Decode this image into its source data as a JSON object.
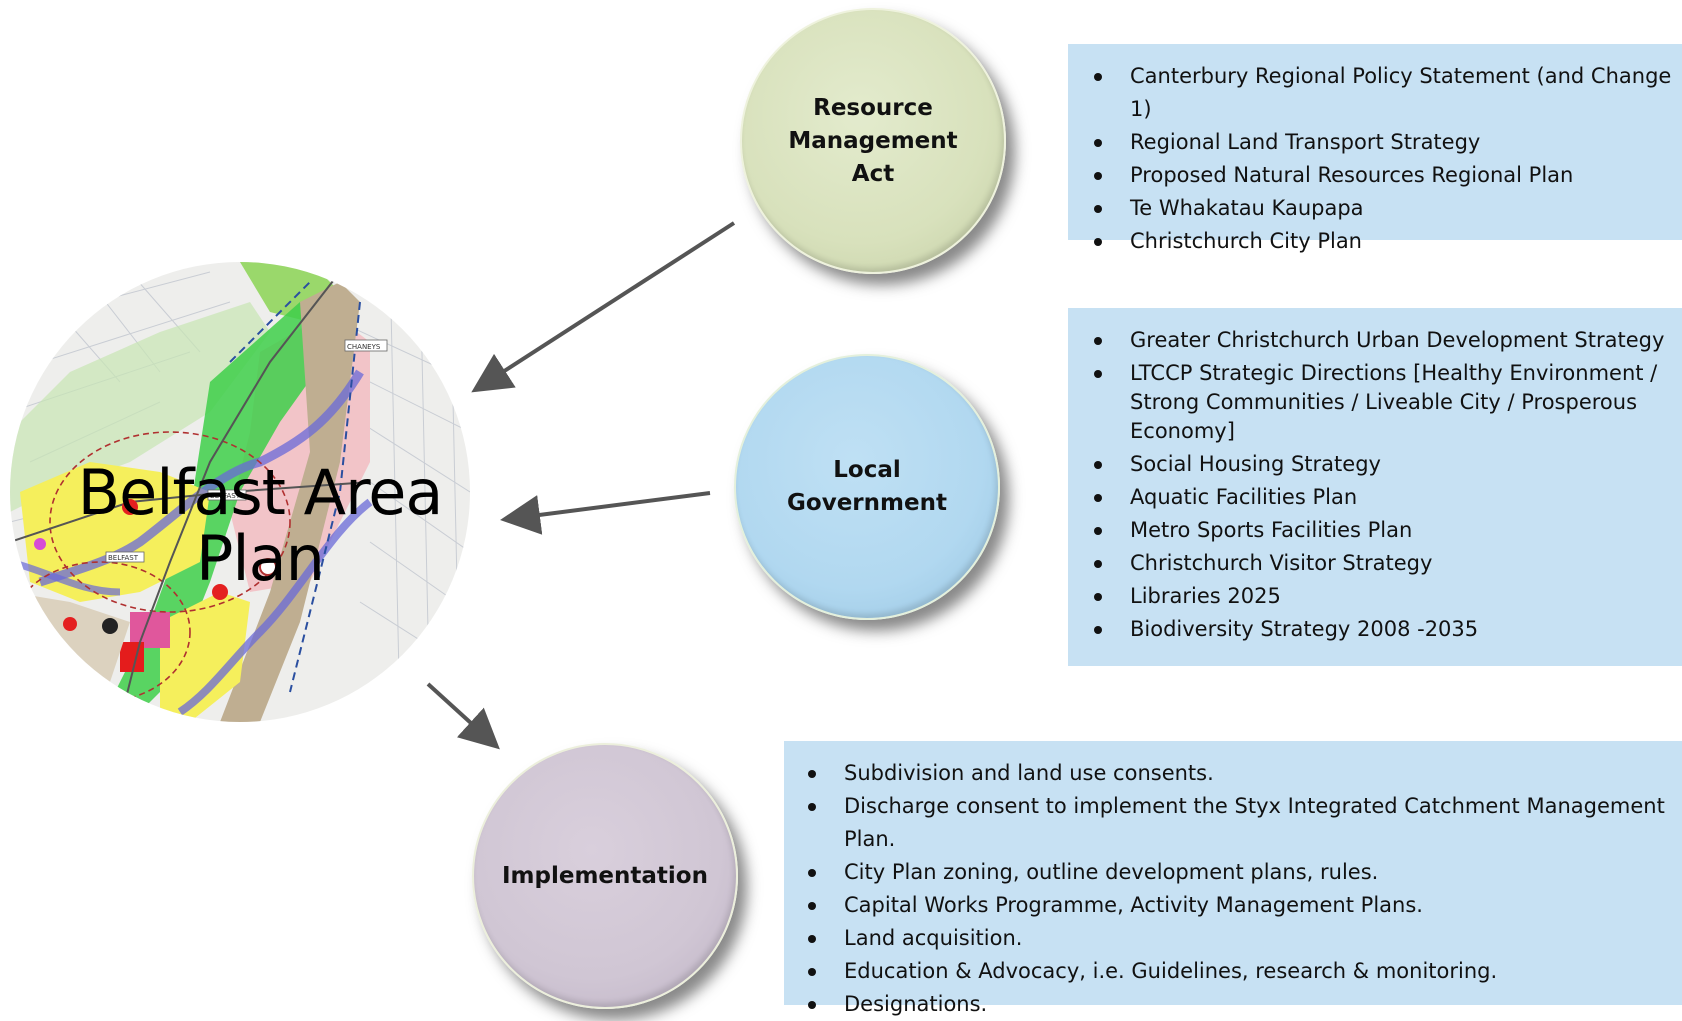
{
  "map": {
    "title_line1": "Belfast Area",
    "title_line2": "Plan",
    "map_labels": [
      "CHANEYS",
      "BELFAST",
      "BELFAST"
    ]
  },
  "bubbles": {
    "rma": {
      "line1": "Resource",
      "line2": "Management",
      "line3": "Act"
    },
    "local_government": {
      "line1": "Local",
      "line2": "Government"
    },
    "implementation": {
      "line1": "Implementation"
    }
  },
  "lists": {
    "rma": [
      "Canterbury Regional Policy Statement (and Change 1)",
      "Regional Land Transport Strategy",
      "Proposed Natural Resources Regional Plan",
      "Te Whakatau Kaupapa",
      "Christchurch City Plan"
    ],
    "local_government": [
      "Greater Christchurch Urban Development Strategy",
      "LTCCP Strategic Directions [Healthy Environment / Strong Communities / Liveable City / Prosperous Economy]",
      "Social Housing Strategy",
      "Aquatic Facilities Plan",
      "Metro Sports Facilities Plan",
      "Christchurch Visitor Strategy",
      "Libraries 2025",
      "Biodiversity Strategy 2008 -2035"
    ],
    "implementation": [
      "Subdivision and land use consents.",
      "Discharge consent to implement the Styx Integrated Catchment Management Plan.",
      "City Plan zoning, outline development plans, rules.",
      "Capital Works Programme, Activity Management Plans.",
      "Land acquisition.",
      "Education & Advocacy, i.e. Guidelines, research & monitoring.",
      "Designations."
    ]
  },
  "colors": {
    "rma_bubble": "#d8e1bc",
    "local_government_bubble": "#b1d8f0",
    "implementation_bubble": "#d0c6d4",
    "list_box": "#c7e1f3",
    "arrow": "#555555"
  }
}
